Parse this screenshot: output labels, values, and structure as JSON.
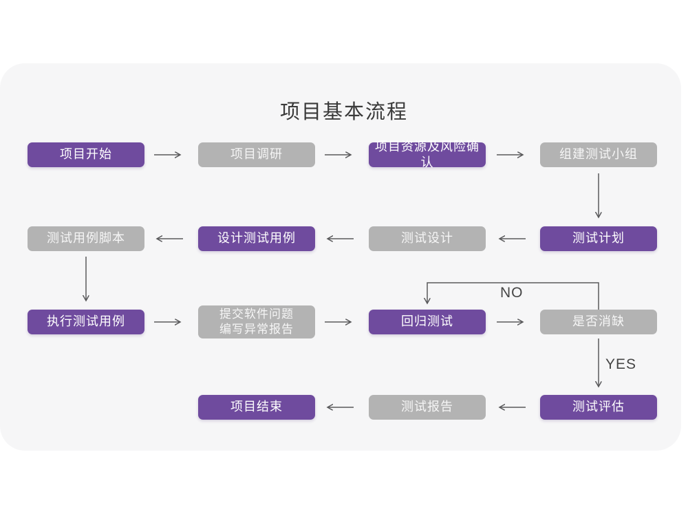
{
  "title": "项目基本流程",
  "colors": {
    "page_bg": "#ffffff",
    "card_bg": "#f6f6f7",
    "node_purple": "#6f4b9e",
    "node_gray": "#b3b3b3",
    "node_text": "#ffffff",
    "arrow": "#58585a",
    "branch_label_text": "#454545",
    "title_text": "#3a3a3a"
  },
  "branch_labels": {
    "no": "NO",
    "yes": "YES"
  },
  "nodes": [
    {
      "label": "项目开始",
      "variant": "purple"
    },
    {
      "label": "项目调研",
      "variant": "gray"
    },
    {
      "label": "项目资源及风险确认",
      "variant": "purple"
    },
    {
      "label": "组建测试小组",
      "variant": "gray"
    },
    {
      "label": "测试计划",
      "variant": "purple"
    },
    {
      "label": "测试设计",
      "variant": "gray"
    },
    {
      "label": "设计测试用例",
      "variant": "purple"
    },
    {
      "label": "测试用例脚本",
      "variant": "gray"
    },
    {
      "label": "执行测试用例",
      "variant": "purple"
    },
    {
      "label": "提交软件问题\n编写异常报告",
      "variant": "gray"
    },
    {
      "label": "回归测试",
      "variant": "purple"
    },
    {
      "label": "是否消缺",
      "variant": "gray"
    },
    {
      "label": "测试评估",
      "variant": "purple"
    },
    {
      "label": "测试报告",
      "variant": "gray"
    },
    {
      "label": "项目结束",
      "variant": "purple"
    }
  ]
}
